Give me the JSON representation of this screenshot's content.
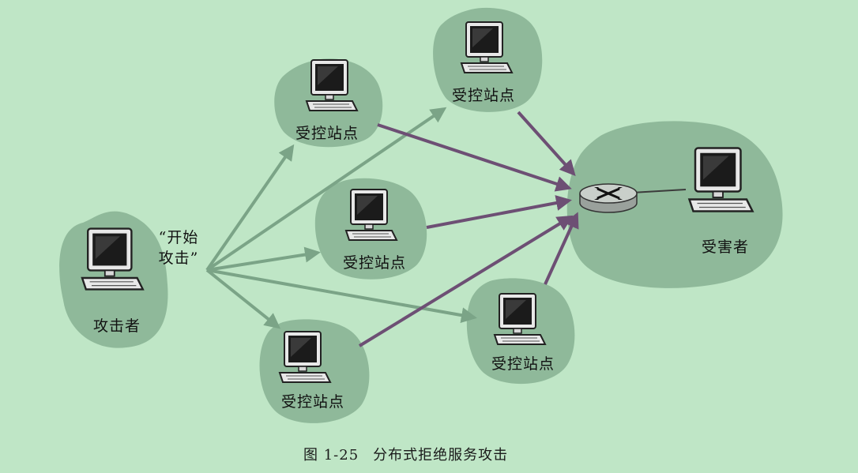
{
  "nodes": {
    "attacker": {
      "label": "攻击者"
    },
    "victim": {
      "label": "受害者"
    },
    "zombie_top_left": {
      "label": "受控站点"
    },
    "zombie_top_right": {
      "label": "受控站点"
    },
    "zombie_middle": {
      "label": "受控站点"
    },
    "zombie_bottom_left": {
      "label": "受控站点"
    },
    "zombie_bottom_right": {
      "label": "受控站点"
    }
  },
  "command_label": {
    "line1": "“开始",
    "line2": "攻击”"
  },
  "caption": {
    "figure_number": "图 1-25",
    "title": "分布式拒绝服务攻击"
  },
  "colors": {
    "background": "#bfe6c6",
    "blob": "#8fb99a",
    "command_arrow": "#7ba487",
    "attack_arrow": "#6d4f74"
  }
}
